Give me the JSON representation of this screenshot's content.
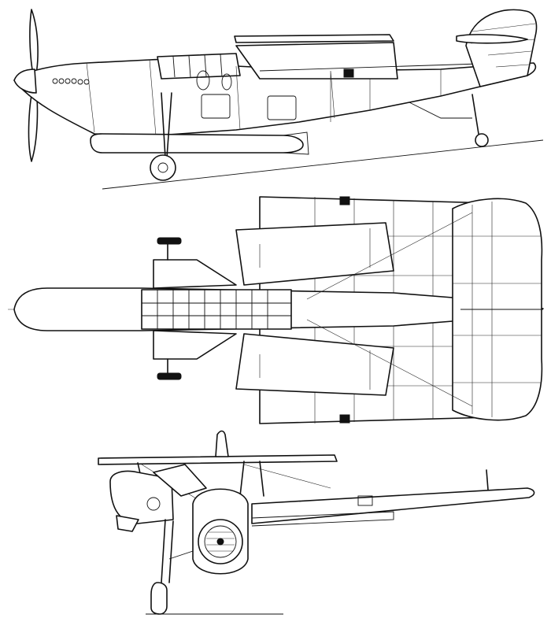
{
  "diagram": {
    "views": [
      "side-view",
      "top-view",
      "front-view"
    ],
    "colors": {
      "ink": "#111111",
      "paper": "#ffffff"
    }
  }
}
